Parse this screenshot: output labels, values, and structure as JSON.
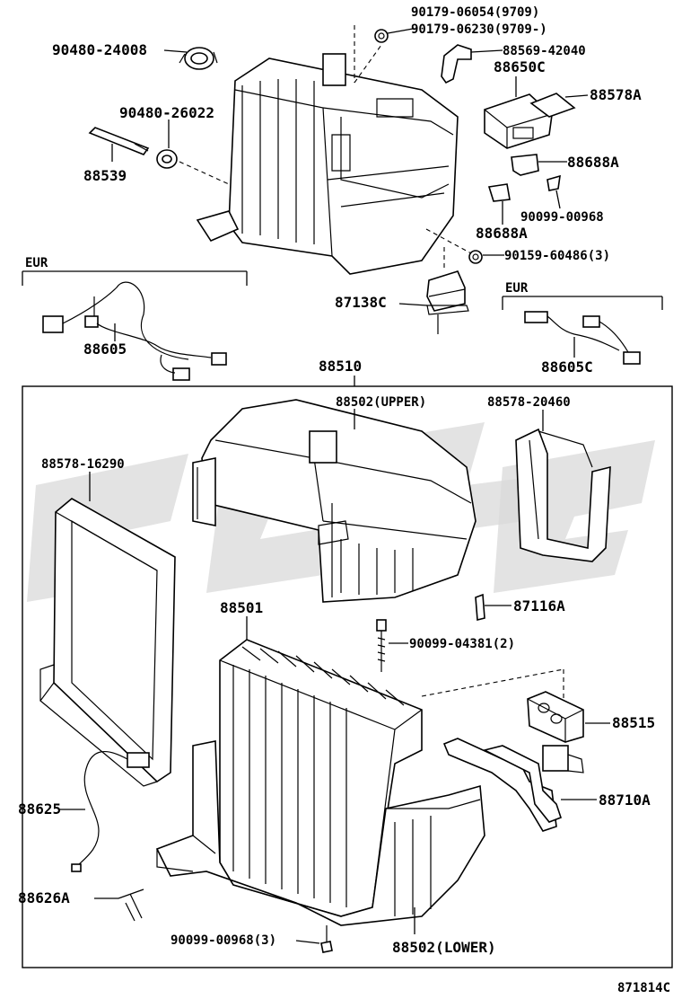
{
  "diagram_code": "871814C",
  "group_labels": {
    "eur_left": "EUR",
    "eur_right": "EUR"
  },
  "part_numbers": {
    "p90179_06054": "90179-06054(9709)",
    "p90179_06230": "90179-06230(9709-)",
    "p88569_42040": "88569-42040",
    "p90480_24008": "90480-24008",
    "p88650C": "88650C",
    "p88578A": "88578A",
    "p90480_26022": "90480-26022",
    "p88688A_right": "88688A",
    "p88539": "88539",
    "p90099_00968_top": "90099-00968",
    "p88688A_mid": "88688A",
    "p90159_60486": "90159-60486(3)",
    "p87138C": "87138C",
    "p88605": "88605",
    "p88605C": "88605C",
    "p88510": "88510",
    "p88502_upper": "88502(UPPER)",
    "p88578_20460": "88578-20460",
    "p88578_16290": "88578-16290",
    "p87116A": "87116A",
    "p88501": "88501",
    "p90099_04381": "90099-04381(2)",
    "p88515": "88515",
    "p88710A": "88710A",
    "p88625": "88625",
    "p88626A": "88626A",
    "p90099_00968_bottom": "90099-00968(3)",
    "p88502_lower": "88502(LOWER)"
  },
  "icons": {
    "evaporator_housing_top": "hvac-unit-icon",
    "evaporator_core": "evaporator-icon",
    "expansion_valve": "valve-icon",
    "wire_harness": "wire-harness-icon",
    "watermark": "logo-watermark"
  }
}
